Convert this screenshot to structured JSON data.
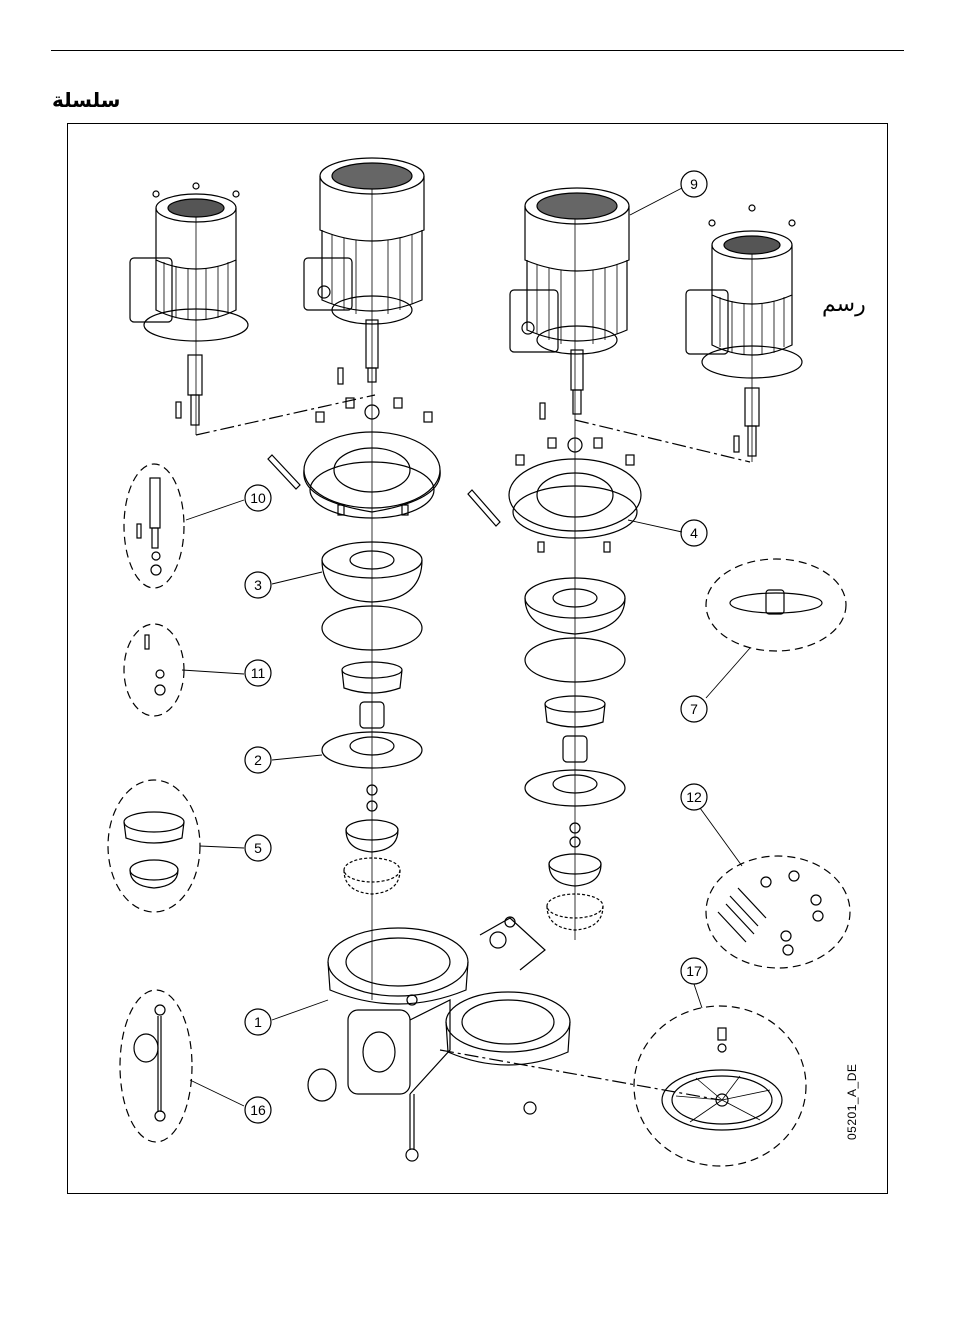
{
  "header": {
    "series_heading": "سلسلة",
    "figure_label": "رسم",
    "drawing_code": "05201_A_DE"
  },
  "callouts": [
    {
      "num": "9"
    },
    {
      "num": "10"
    },
    {
      "num": "4"
    },
    {
      "num": "3"
    },
    {
      "num": "7"
    },
    {
      "num": "11"
    },
    {
      "num": "2"
    },
    {
      "num": "12"
    },
    {
      "num": "5"
    },
    {
      "num": "17"
    },
    {
      "num": "1"
    },
    {
      "num": "16"
    }
  ]
}
